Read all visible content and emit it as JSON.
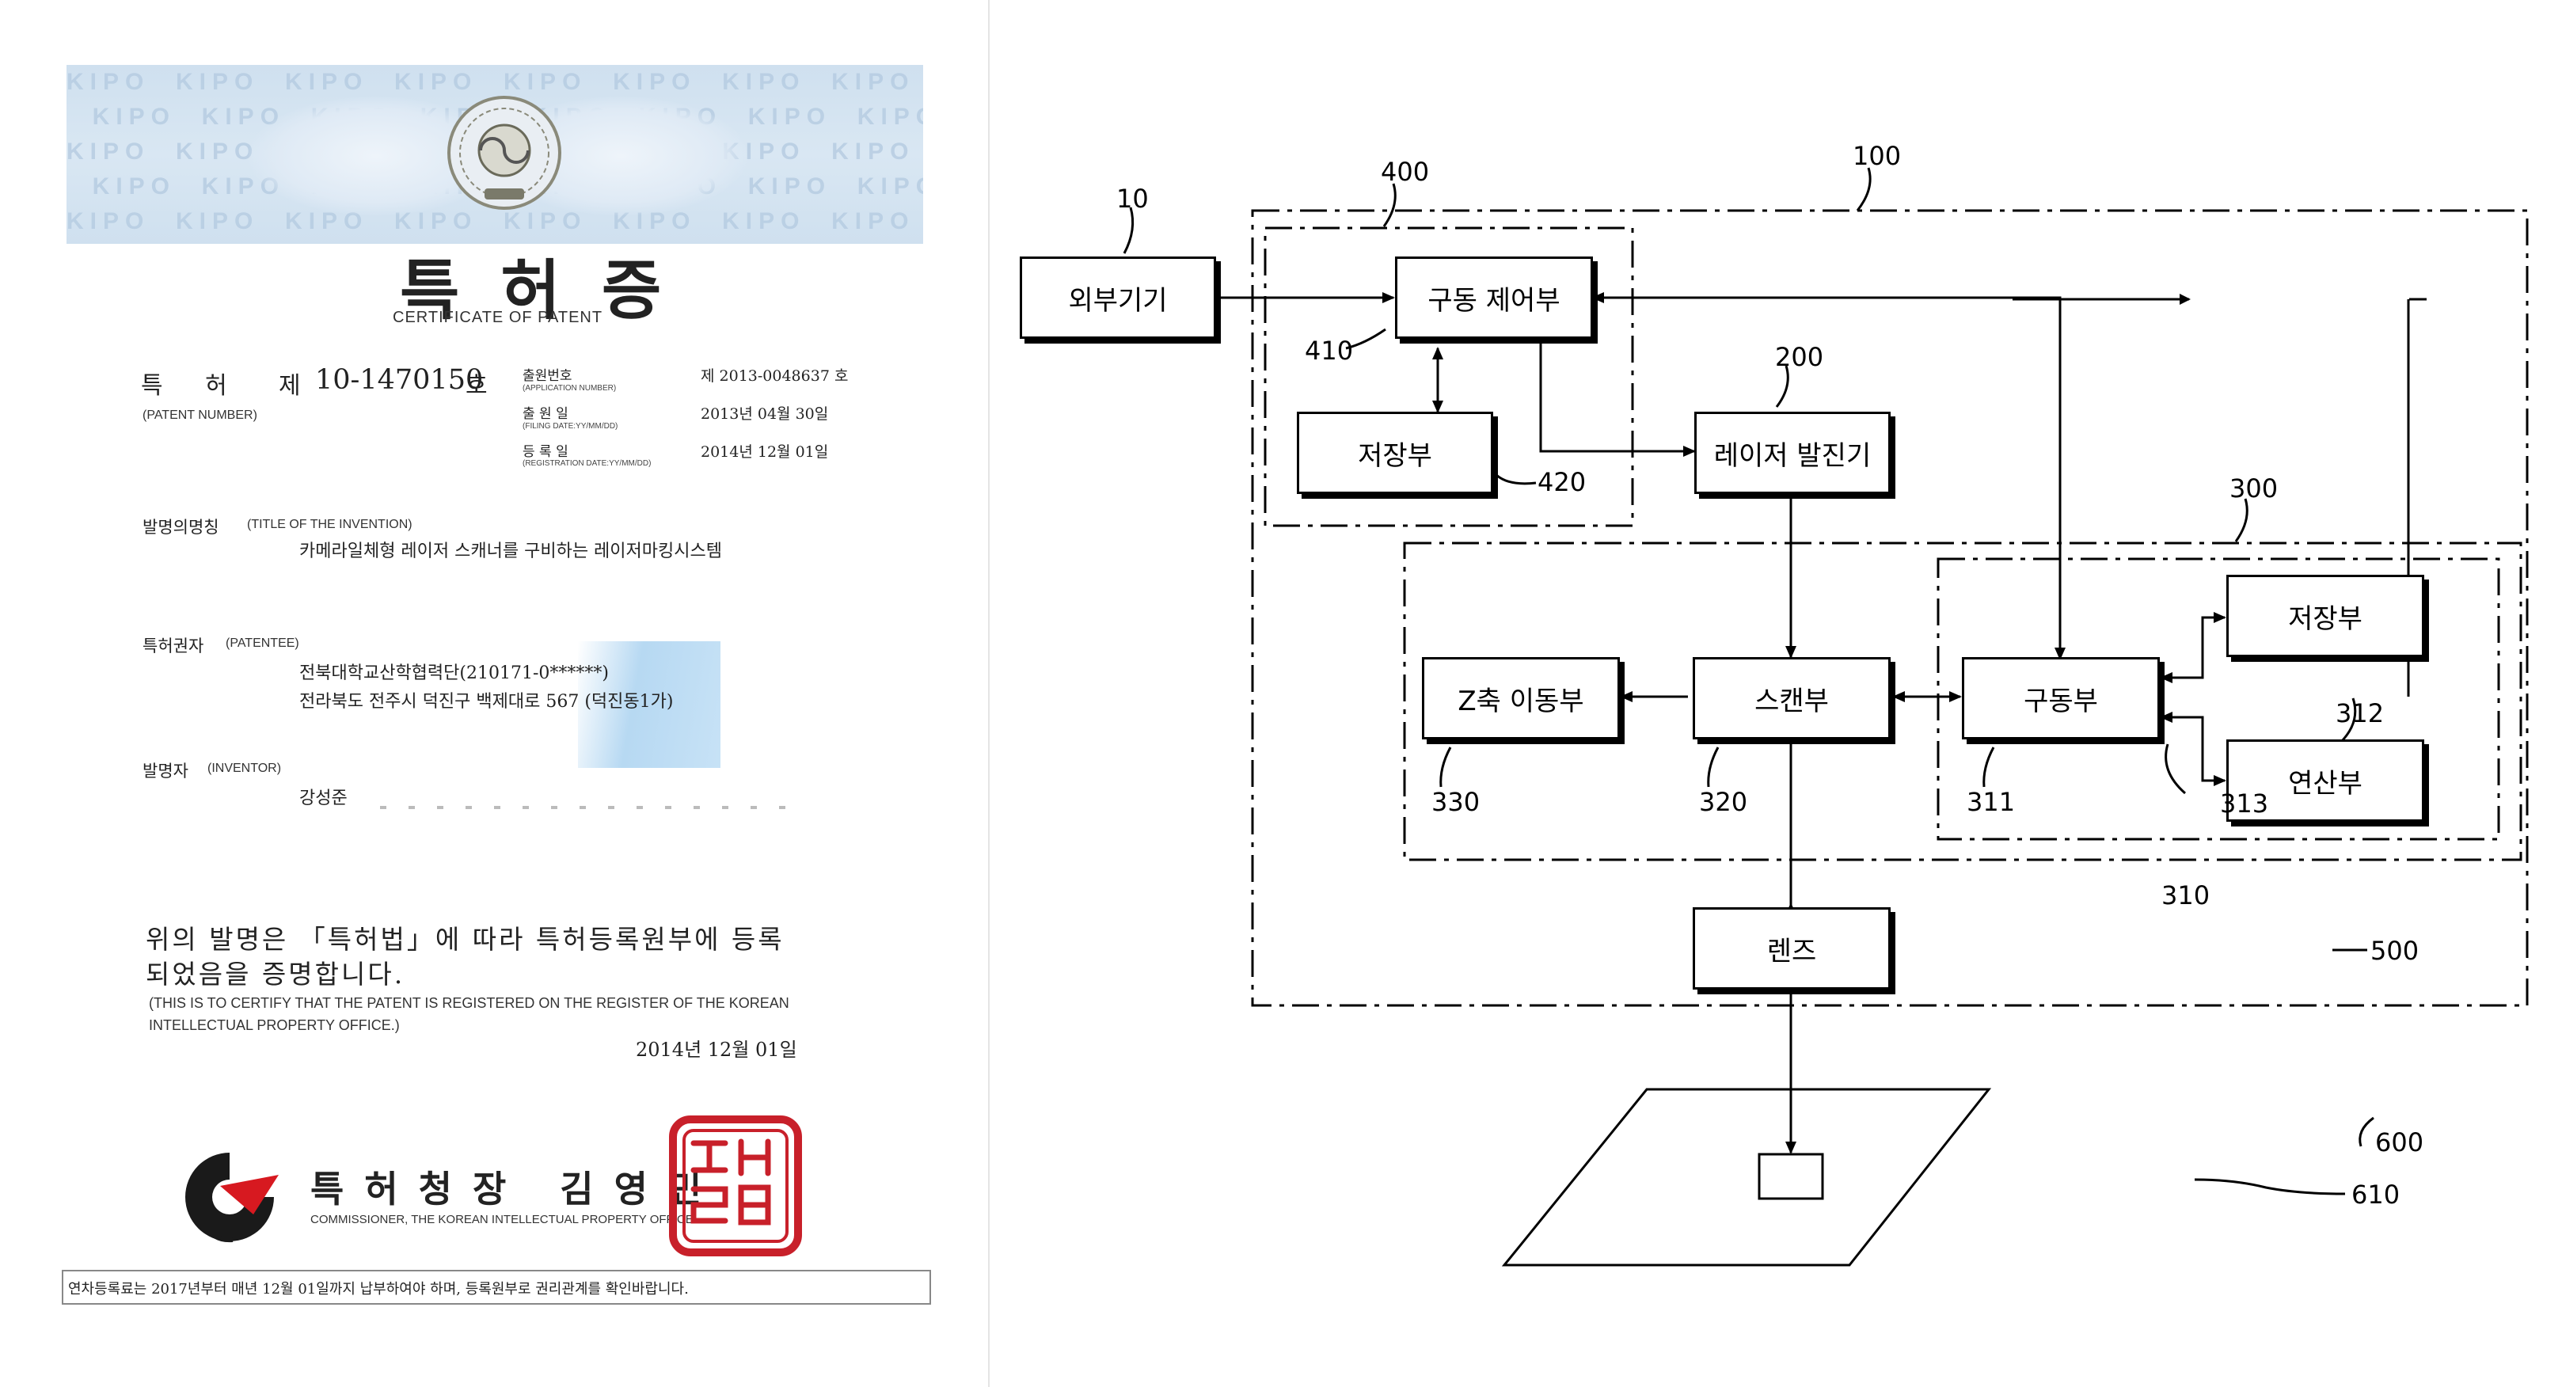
{
  "certificate": {
    "watermark_text": "KIPO",
    "title_kr": "특허증",
    "title_en": "CERTIFICATE OF PATENT",
    "patent_number_label_kr": "특  허",
    "patent_number_prefix": "제",
    "patent_number": "10-1470150",
    "patent_number_suffix": "호",
    "patent_number_label_en": "(PATENT NUMBER)",
    "application_number_label_kr": "출원번호",
    "application_number_label_en": "(APPLICATION NUMBER)",
    "application_number": "제 2013-0048637 호",
    "filing_date_label_kr": "출 원 일",
    "filing_date_label_en": "(FILING DATE:YY/MM/DD)",
    "filing_date": "2013년  04월  30일",
    "registration_date_label_kr": "등 록 일",
    "registration_date_label_en": "(REGISTRATION DATE:YY/MM/DD)",
    "registration_date": "2014년  12월  01일",
    "title_of_invention_label_kr": "발명의명칭",
    "title_of_invention_label_en": "(TITLE OF THE INVENTION)",
    "title_of_invention": "카메라일체형 레이저 스캐너를 구비하는 레이저마킹시스템",
    "patentee_label_kr": "특허권자",
    "patentee_label_en": "(PATENTEE)",
    "patentee_name": "전북대학교산학협력단(210171-0******)",
    "patentee_address": "전라북도 전주시 덕진구 백제대로 567 (덕진동1가)",
    "inventor_label_kr": "발명자",
    "inventor_label_en": "(INVENTOR)",
    "inventor_name": "강성준",
    "certify_kr_line1": "위의 발명은 「특허법」에 따라 특허등록원부에 등록",
    "certify_kr_line2": "되었음을 증명합니다.",
    "certify_en_line1": "(THIS IS TO CERTIFY THAT THE PATENT IS REGISTERED ON THE REGISTER OF THE KOREAN",
    "certify_en_line2": "INTELLECTUAL PROPERTY OFFICE.)",
    "issue_date": "2014년    12월    01일",
    "commissioner_kr": "특허청장 김영민",
    "commissioner_en": "COMMISSIONER, THE KOREAN INTELLECTUAL PROPERTY OFFICE",
    "footer_note": "연차등록료는 2017년부터 매년 12월 01일까지 납부하여야 하며, 등록원부로 권리관계를 확인바랍니다.",
    "colors": {
      "band": "#d4e4f2",
      "seal_red": "#c8202a",
      "logo_red": "#d71920",
      "logo_dark": "#1a1a1a"
    }
  },
  "diagram": {
    "blocks": {
      "external_device": "외부기기",
      "drive_controller": "구동 제어부",
      "storage_410": "저장부",
      "laser_generator": "레이저 발진기",
      "z_axis_mover": "Z축 이동부",
      "scanner": "스캔부",
      "driver": "구동부",
      "storage_312": "저장부",
      "calculator": "연산부",
      "lens": "렌즈"
    },
    "refs": {
      "r10": "10",
      "r100": "100",
      "r400": "400",
      "r410": "410",
      "r420": "420",
      "r200": "200",
      "r300": "300",
      "r310": "310",
      "r311": "311",
      "r312": "312",
      "r313": "313",
      "r320": "320",
      "r330": "330",
      "r500": "500",
      "r600": "600",
      "r610": "610"
    }
  }
}
